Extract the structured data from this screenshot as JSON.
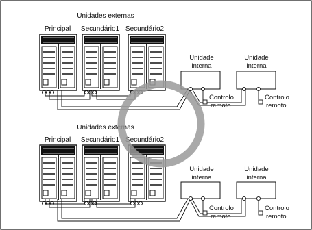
{
  "top": {
    "heading": "Unidades externas",
    "units": [
      "Principal",
      "Secundário1",
      "Secundário2"
    ],
    "indoor": [
      {
        "line1": "Unidade",
        "line2": "interna"
      },
      {
        "line1": "Unidade",
        "line2": "interna"
      }
    ],
    "remotes": [
      {
        "line1": "Controlo",
        "line2": "remoto"
      },
      {
        "line1": "Controlo",
        "line2": "remoto"
      }
    ]
  },
  "bottom": {
    "heading": "Unidades externas",
    "units": [
      "Principal",
      "Secundário1",
      "Secundário2"
    ],
    "indoor": [
      {
        "line1": "Unidade",
        "line2": "interna"
      },
      {
        "line1": "Unidade",
        "line2": "interna"
      }
    ],
    "remotes": [
      {
        "line1": "Controlo",
        "line2": "remoto"
      },
      {
        "line1": "Controlo",
        "line2": "remoto"
      }
    ]
  },
  "colors": {
    "line": "#111111",
    "watermark": "#9a9a9a"
  }
}
